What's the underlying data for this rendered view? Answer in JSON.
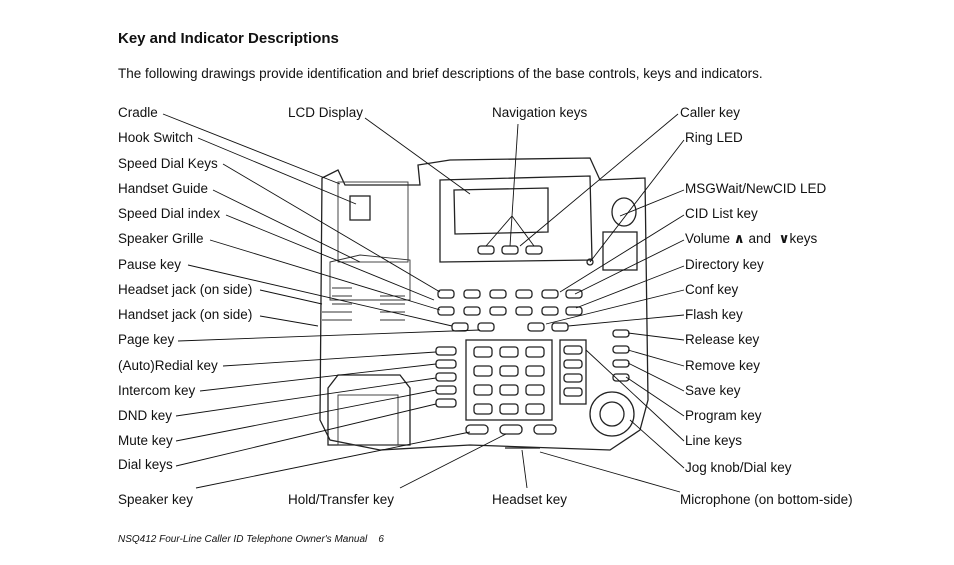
{
  "heading": "Key and Indicator Descriptions",
  "intro": "The following drawings provide identification and brief descriptions of the base controls, keys and indicators.",
  "labels_left": [
    "Cradle",
    "Hook Switch",
    "Speed Dial Keys",
    "Handset Guide",
    "Speed Dial index",
    "Speaker Grille",
    "Pause key",
    "Headset jack (on side)",
    "Handset jack (on side)",
    "Page key",
    "(Auto)Redial key",
    "Intercom key",
    "DND key",
    "Mute key",
    "Dial keys"
  ],
  "labels_top": {
    "lcd": "LCD Display",
    "nav": "Navigation keys"
  },
  "labels_right": {
    "caller": "Caller key",
    "ring_led": "Ring LED",
    "msgwait": "MSGWait/NewCID LED",
    "cid_list": "CID List key",
    "volume_prefix": "Volume",
    "volume_up": "∧",
    "volume_and": "and",
    "volume_down": "∨",
    "volume_suffix": "keys",
    "directory": "Directory key",
    "conf": "Conf key",
    "flash": "Flash key",
    "release": "Release key",
    "remove": "Remove key",
    "save": "Save key",
    "program": "Program key",
    "line": "Line keys",
    "jog": "Jog knob/Dial key"
  },
  "labels_bottom": {
    "speaker": "Speaker key",
    "hold": "Hold/Transfer key",
    "headset": "Headset key",
    "microphone": "Microphone (on bottom-side)"
  },
  "footer": {
    "manual": "NSQ412 Four-Line Caller ID Telephone Owner's Manual",
    "page": "6"
  }
}
